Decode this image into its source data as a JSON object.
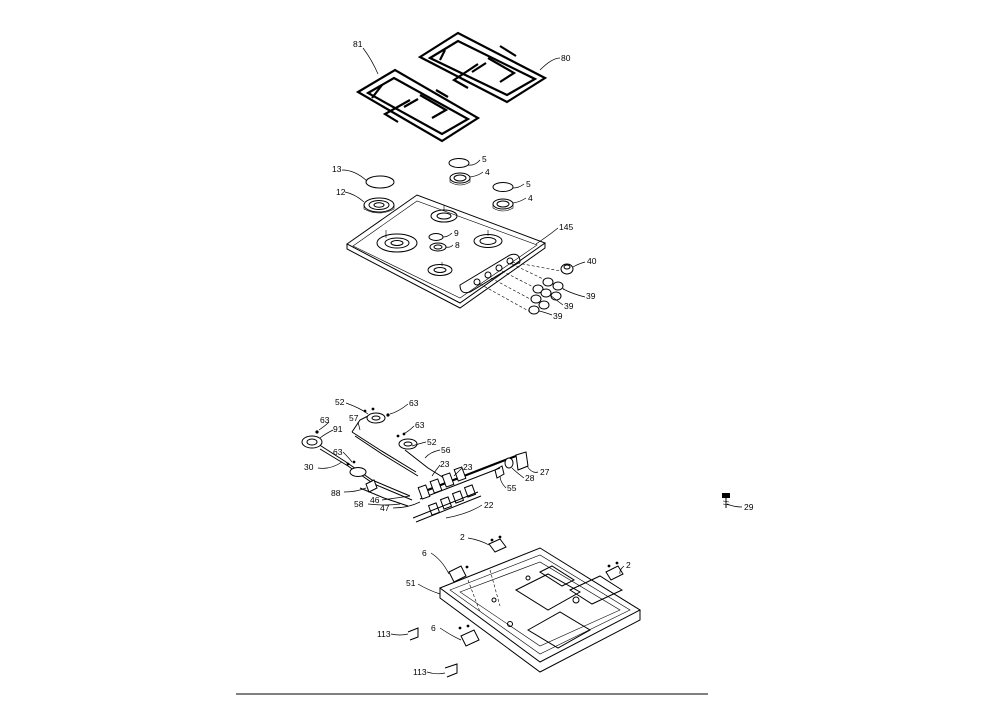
{
  "labels": [
    {
      "id": "81a",
      "text": "81"
    },
    {
      "id": "80a",
      "text": "80"
    },
    {
      "id": "13a",
      "text": "13"
    },
    {
      "id": "12a",
      "text": "12"
    },
    {
      "id": "5a",
      "text": "5"
    },
    {
      "id": "4a",
      "text": "4"
    },
    {
      "id": "5b",
      "text": "5"
    },
    {
      "id": "4b",
      "text": "4"
    },
    {
      "id": "9a",
      "text": "9"
    },
    {
      "id": "8a",
      "text": "8"
    },
    {
      "id": "145a",
      "text": "145"
    },
    {
      "id": "40a",
      "text": "40"
    },
    {
      "id": "39a",
      "text": "39"
    },
    {
      "id": "39b",
      "text": "39"
    },
    {
      "id": "39c",
      "text": "39"
    },
    {
      "id": "52a",
      "text": "52"
    },
    {
      "id": "63a",
      "text": "63"
    },
    {
      "id": "63b",
      "text": "63"
    },
    {
      "id": "57a",
      "text": "57"
    },
    {
      "id": "91a",
      "text": "91"
    },
    {
      "id": "63c",
      "text": "63"
    },
    {
      "id": "52b",
      "text": "52"
    },
    {
      "id": "56a",
      "text": "56"
    },
    {
      "id": "63d",
      "text": "63"
    },
    {
      "id": "30a",
      "text": "30"
    },
    {
      "id": "23a",
      "text": "23"
    },
    {
      "id": "23b",
      "text": "23"
    },
    {
      "id": "27a",
      "text": "27"
    },
    {
      "id": "28a",
      "text": "28"
    },
    {
      "id": "88a",
      "text": "88"
    },
    {
      "id": "55a",
      "text": "55"
    },
    {
      "id": "46a",
      "text": "46"
    },
    {
      "id": "58a",
      "text": "58"
    },
    {
      "id": "47a",
      "text": "47"
    },
    {
      "id": "22a",
      "text": "22"
    },
    {
      "id": "29a",
      "text": "29"
    },
    {
      "id": "2a",
      "text": "2"
    },
    {
      "id": "6a",
      "text": "6"
    },
    {
      "id": "2b",
      "text": "2"
    },
    {
      "id": "51a",
      "text": "51"
    },
    {
      "id": "113a",
      "text": "113"
    },
    {
      "id": "6b",
      "text": "6"
    },
    {
      "id": "113b",
      "text": "113"
    }
  ]
}
